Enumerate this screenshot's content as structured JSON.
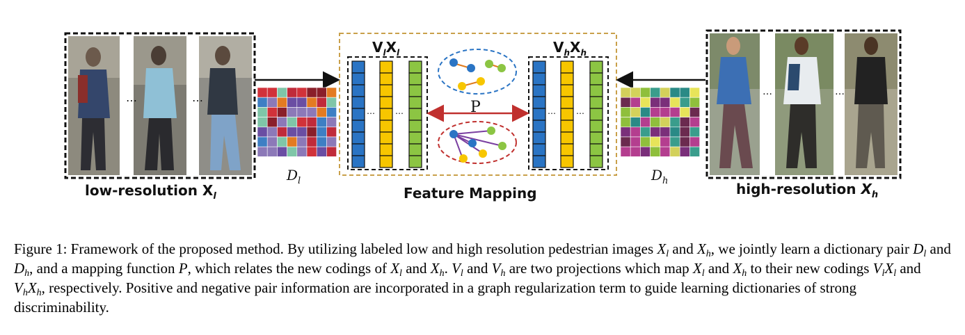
{
  "figure": {
    "left_label_text": "low-resolution ",
    "left_label_var": "X",
    "left_label_sub": "l",
    "right_label_text": "high-resolution ",
    "right_label_var": "X",
    "right_label_sub": "h",
    "center_label": "Feature Mapping",
    "dict_low_var": "D",
    "dict_low_sub": "l",
    "dict_high_var": "D",
    "dict_high_sub": "h",
    "vx_low": "V",
    "vx_low_sub": "l",
    "vx_low_x": "X",
    "vx_low_x_sub": "l",
    "vx_high": "V",
    "vx_high_sub": "h",
    "vx_high_x": "X",
    "vx_high_x_sub": "h",
    "mapping_label": "P",
    "ellipsis": "..."
  },
  "colors": {
    "blue": "#2a74c4",
    "yellow": "#f7c600",
    "green": "#8cc543",
    "dashed_frame": "#c9a04a",
    "arrow_red": "#c0302e",
    "ellipse_blue": "#2a74c4",
    "ellipse_red": "#c0302e",
    "edge_orange": "#e07b1c",
    "edge_purple": "#7a3fa0"
  },
  "caption": {
    "fig": "Figure 1:",
    "p1": " Framework of the proposed method. By utilizing labeled low and high resolution pedestrian images ",
    "xl": "X",
    "xl_sub": "l",
    "and1": " and ",
    "xh": "X",
    "xh_sub": "h",
    "p2": ", we jointly learn a dictionary pair ",
    "dl": "D",
    "dl_sub": "l",
    "and2": " and ",
    "dh": "D",
    "dh_sub": "h",
    "p3": ", and a mapping function ",
    "P": "P",
    "p4": ", which relates the new codings of ",
    "xl2": "X",
    "xl2_sub": "l",
    "and3": " and ",
    "xh2": "X",
    "xh2_sub": "h",
    "p5": ". ",
    "vl": "V",
    "vl_sub": "l",
    "p6": " and ",
    "vh": "V",
    "vh_sub": "h",
    "p7": " are two projections which map ",
    "xl3": "X",
    "xl3_sub": "l",
    "and4": " and ",
    "xh3": "X",
    "xh3_sub": "h",
    "p8": " to their new codings ",
    "vlxl_v": "V",
    "vlxl_vs": "l",
    "vlxl_x": "X",
    "vlxl_xs": "l",
    "and5": " and ",
    "vhxh_v": "V",
    "vhxh_vs": "h",
    "vhxh_x": "X",
    "vhxh_xs": "h",
    "p9": ", respectively. Positive and negative pair information are incorporated in a graph regularization term to guide learning dictionaries of strong discriminability."
  }
}
